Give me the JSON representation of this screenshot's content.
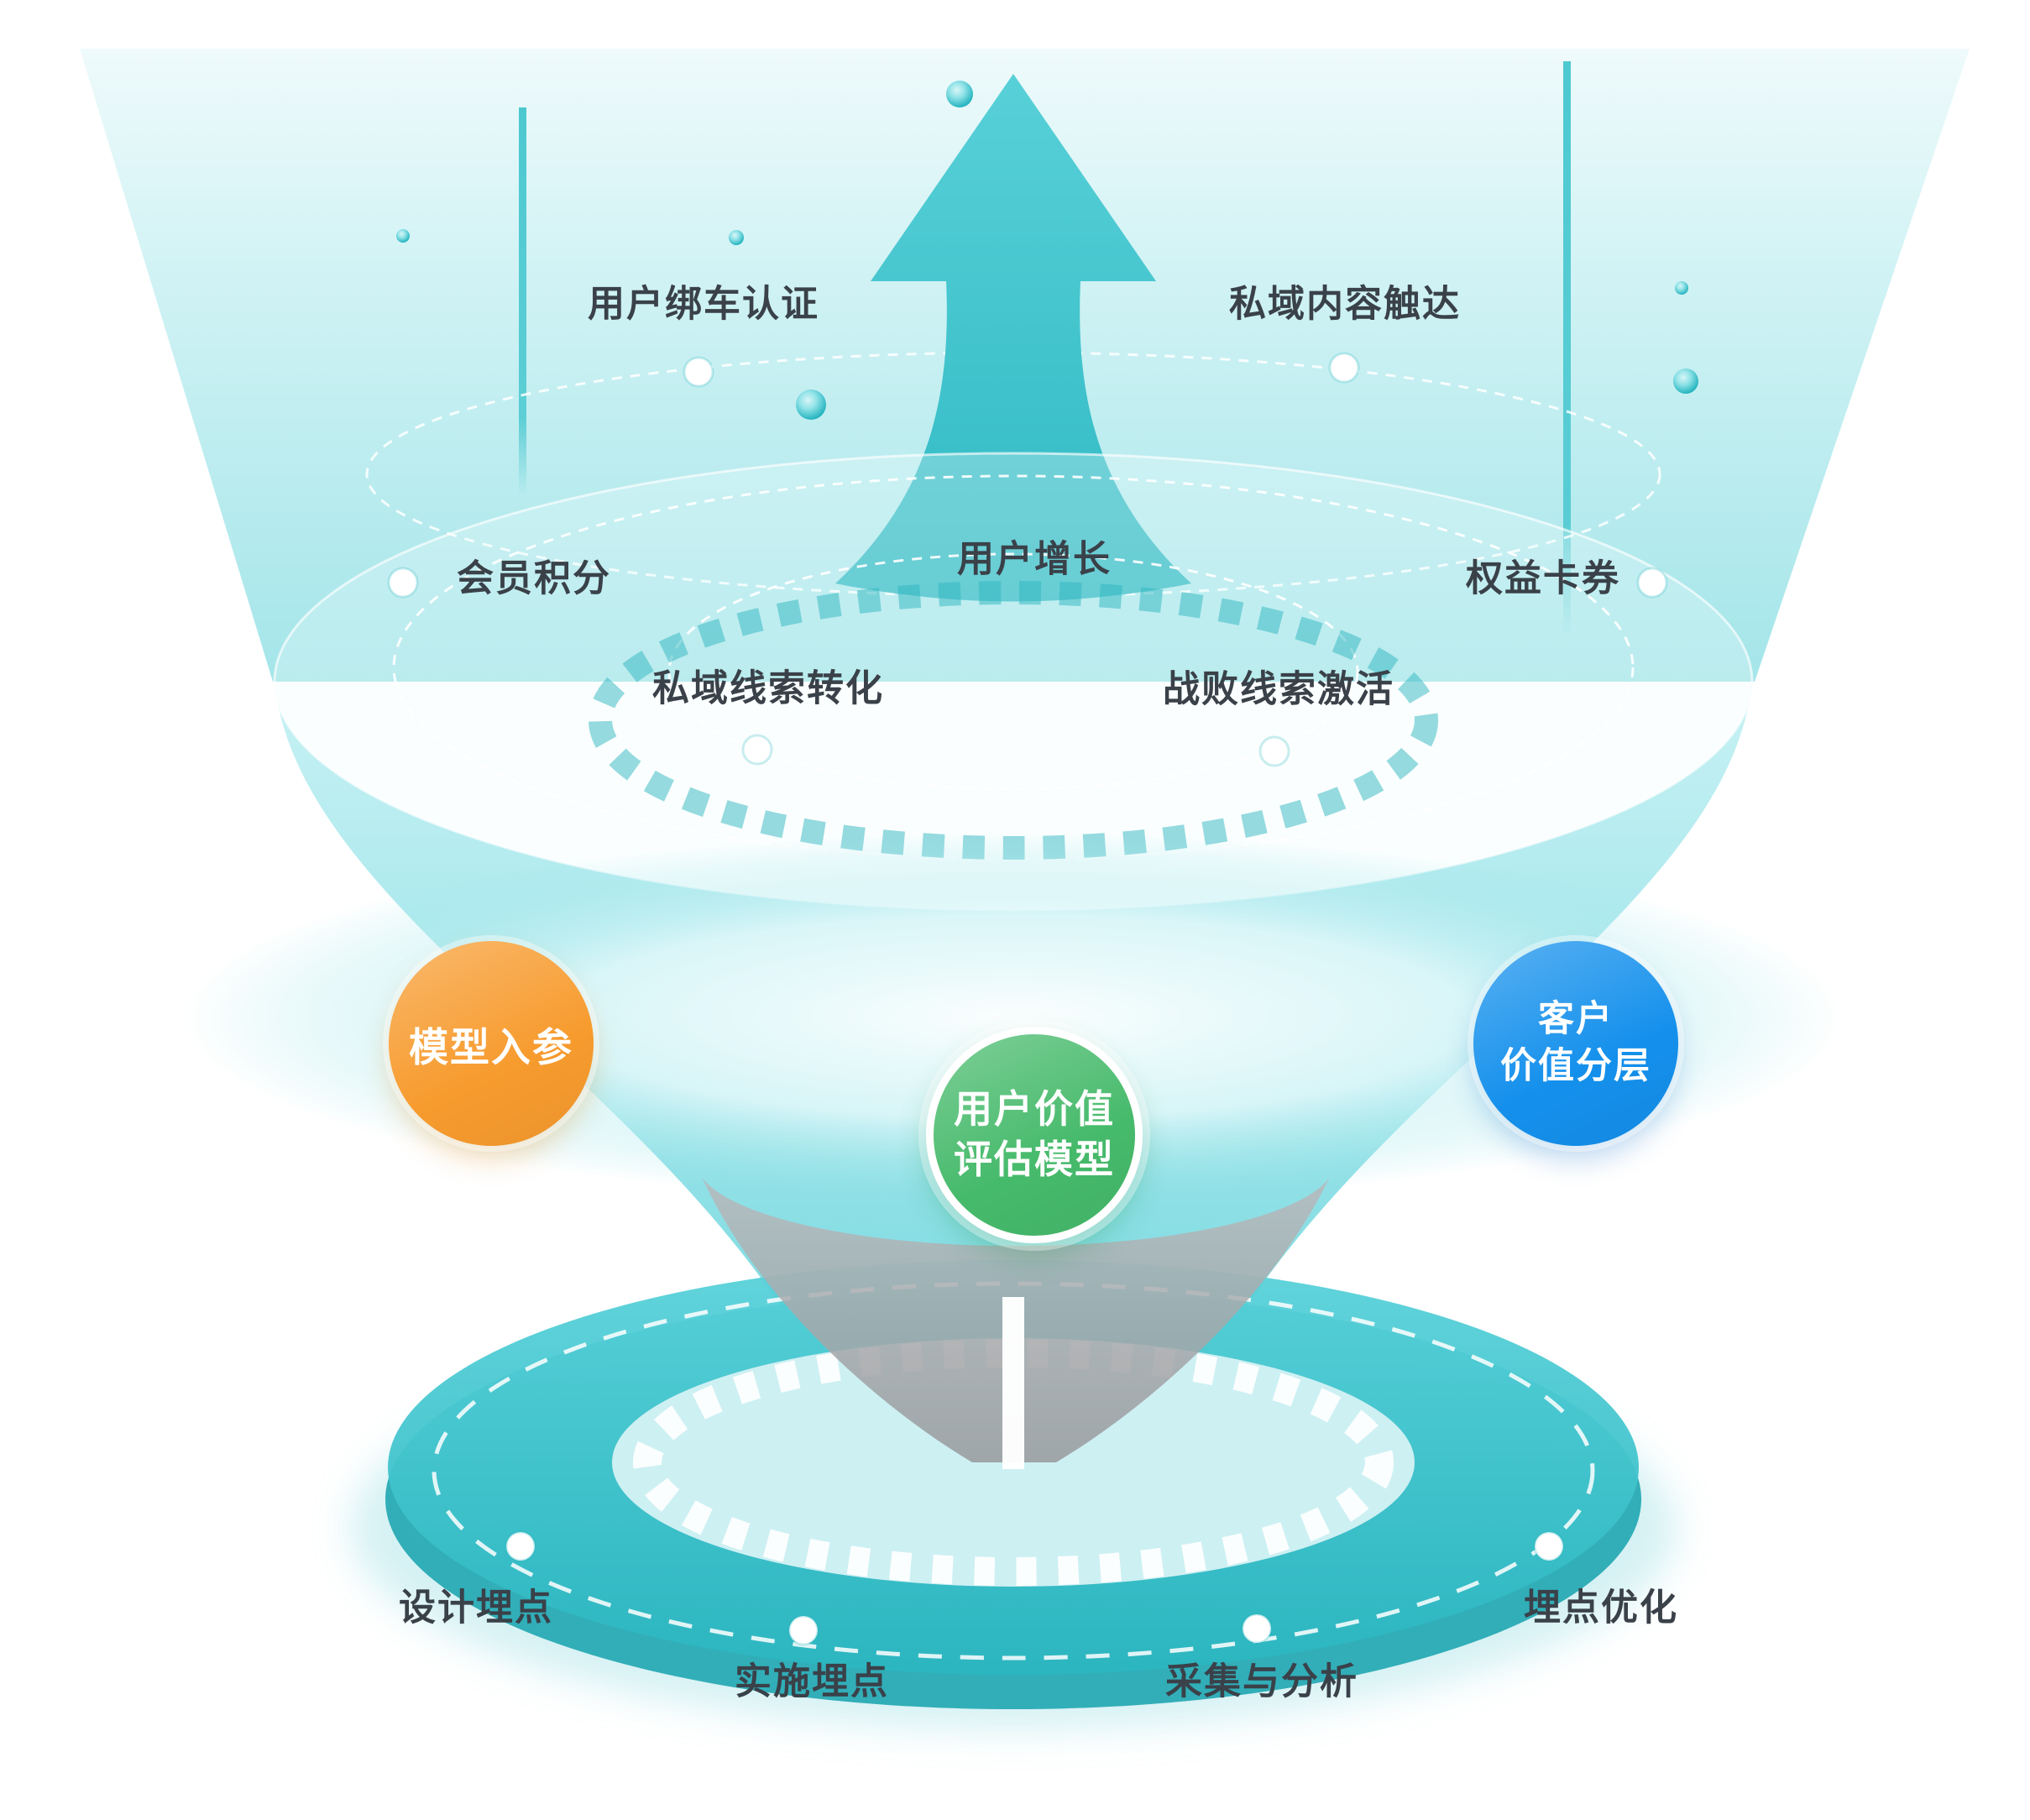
{
  "colors": {
    "teal": "#31C0C9",
    "orange_circle": "#F79B2E",
    "blue_circle": "#1490EC",
    "green_circle": "#46BA6B",
    "label_text": "#3A4149"
  },
  "labels": {
    "user_binding": "用户绑车认证",
    "private_content": "私域内容触达",
    "user_growth": "用户增长",
    "member_points": "会员积分",
    "benefit_cards": "权益卡券",
    "private_lead_conversion": "私域线索转化",
    "lost_lead_activation": "战败线索激活",
    "model_input": "模型入参",
    "customer_value_line1": "客户",
    "customer_value_line2": "价值分层",
    "value_model_line1": "用户价值",
    "value_model_line2": "评估模型",
    "design_tracking": "设计埋点",
    "implement_tracking": "实施埋点",
    "collect_analyze": "采集与分析",
    "tracking_optimize": "埋点优化"
  }
}
